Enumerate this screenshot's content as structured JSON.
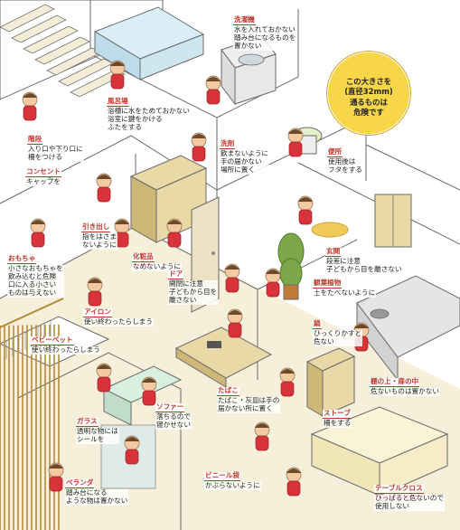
{
  "warning_circle": {
    "text": "この大きさを\n(直径32mm)\n通るものは\n危険です",
    "color": "#f7d64a"
  },
  "labels": {
    "senmenki": {
      "title": "洗濯機",
      "body": "水を入れておかない\n踏み台になるものを\n置かない"
    },
    "furoba": {
      "title": "風呂場",
      "body": "浴槽に水をためておかない\n浴室に鍵をかける\nふたをする"
    },
    "kaidan": {
      "title": "階段",
      "body": "入り口や下り口に\n柵をつける"
    },
    "senzai": {
      "title": "洗剤",
      "body": "飲まないように\n手の届かない\n場所に置く"
    },
    "benjo": {
      "title": "便所",
      "body": "使用後は\nフタをする"
    },
    "concent": {
      "title": "コンセント",
      "body": "キャップを"
    },
    "hikidashi": {
      "title": "引き出し",
      "body": "指をはさま\nないように"
    },
    "omocha": {
      "title": "おもちゃ",
      "body": "小さなおもちゃを\n飲み込むと危険\n口に入る小さい\nものは与えない"
    },
    "keshohin": {
      "title": "化粧品",
      "body": "なめないように"
    },
    "genkan": {
      "title": "玄関",
      "body": "段差に注意\n子どもから目を離さない"
    },
    "door": {
      "title": "ドア",
      "body": "開閉に注意\n子どもから目を\n離さない"
    },
    "kanyo": {
      "title": "観葉植物",
      "body": "土をたべないように"
    },
    "iron": {
      "title": "アイロン",
      "body": "使い終わったらしまう"
    },
    "nabe": {
      "title": "鍋",
      "body": "ひっくりかすと\n危ない"
    },
    "babybed": {
      "title": "ベビーベット",
      "body": "使い終わったらしまう"
    },
    "tana": {
      "title": "棚の上・扉の中",
      "body": "危ないものは置かない"
    },
    "tabako": {
      "title": "たばこ",
      "body": "たばこ・灰皿は手の\n届かない所に置く"
    },
    "glass": {
      "title": "ガラス",
      "body": "透明な物には\nシールを"
    },
    "sofa": {
      "title": "ソファー",
      "body": "落ちるので\n寝かせない"
    },
    "stove": {
      "title": "ストーブ",
      "body": "柵をする"
    },
    "vinyl": {
      "title": "ビニール袋",
      "body": "かぶらないように"
    },
    "tablecloth": {
      "title": "テーブルクロス",
      "body": "ひっぱると危ないので\n使用しない"
    },
    "veranda": {
      "title": "ベランダ",
      "body": "踏み台になる\nような物は置かない"
    }
  },
  "colors": {
    "child_suit": "#d8333a",
    "child_skin": "#f2c9a0",
    "child_hair": "#6b4a2a",
    "floor": "#f6efd9",
    "wall_dark": "#ece0c0",
    "wood": "#e9d9a6",
    "wood_dark": "#cdb877",
    "tile_blue": "#cfe9f3",
    "plant_green": "#7da84a",
    "glass_green": "#d9efdf"
  }
}
